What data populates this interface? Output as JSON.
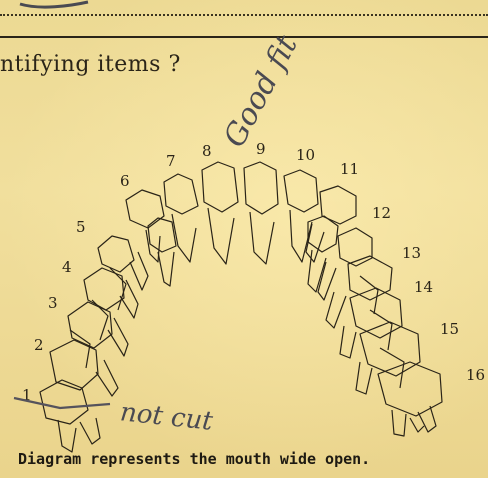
{
  "question_text": "ntifying items ?",
  "handwriting": {
    "good_fit": "Good fit",
    "not_cut": "not cut"
  },
  "tooth_numbers": [
    "1",
    "2",
    "3",
    "4",
    "5",
    "6",
    "7",
    "8",
    "9",
    "10",
    "11",
    "12",
    "13",
    "14",
    "15",
    "16"
  ],
  "caption": "Diagram represents the mouth wide open."
}
